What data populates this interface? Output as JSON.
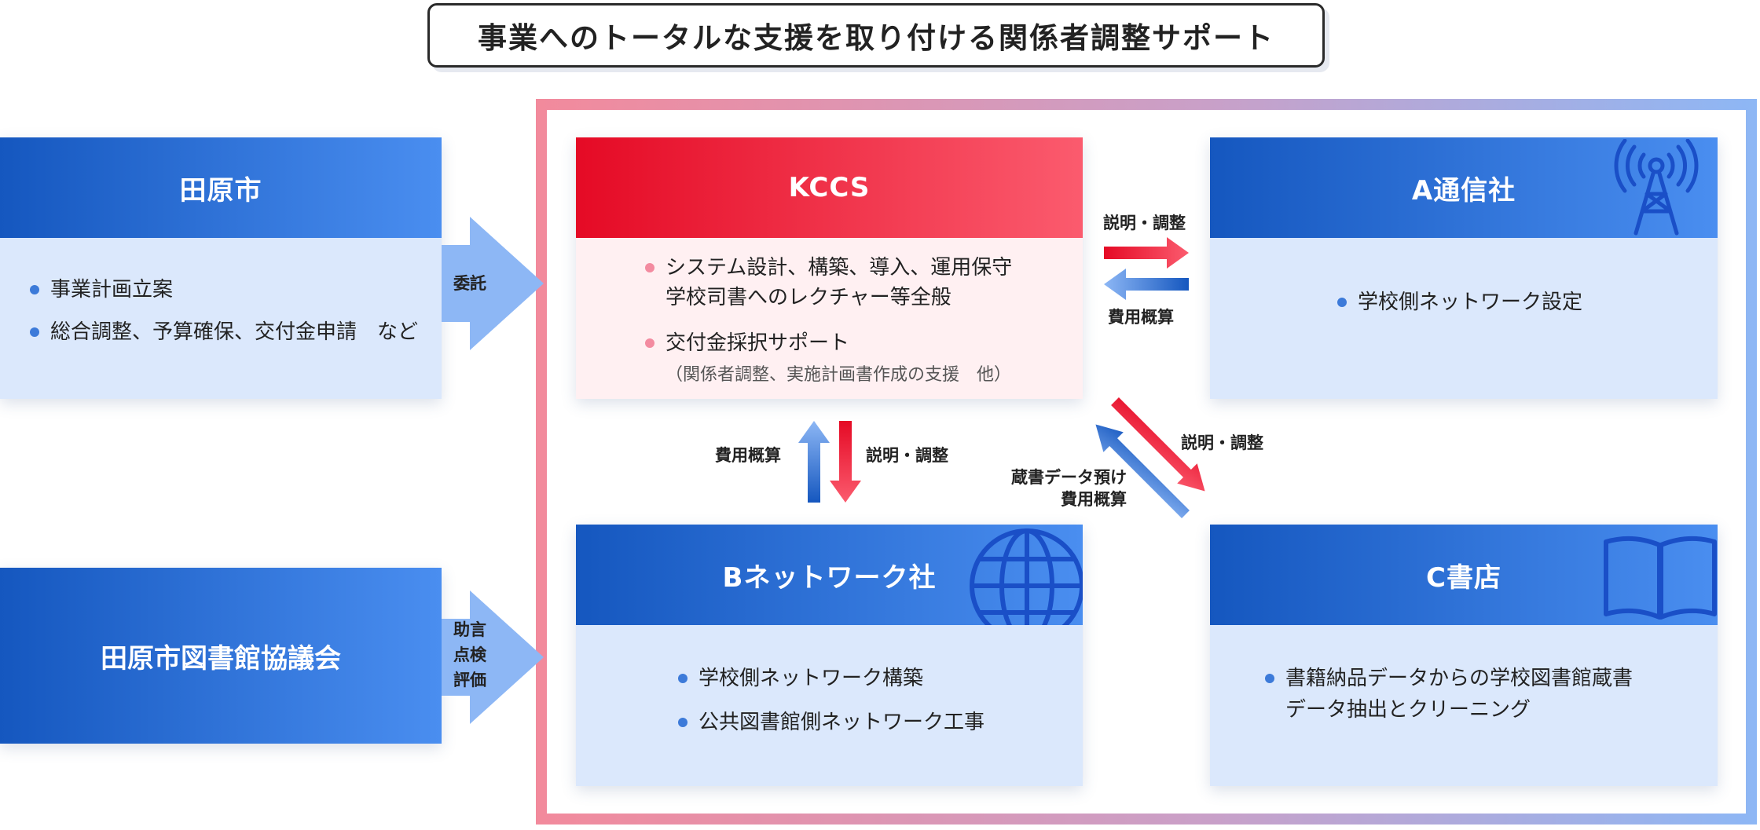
{
  "title": "事業へのトータルな支援を取り付ける関係者調整サポート",
  "tahara": {
    "name": "田原市",
    "items": [
      "事業計画立案",
      "総合調整、予算確保、交付金申請　など"
    ]
  },
  "council": {
    "name": "田原市図書館協議会"
  },
  "arrow_commission": "委託",
  "arrow_advice": [
    "助言",
    "点検",
    "評価"
  ],
  "kccs": {
    "name": "KCCS",
    "items": [
      "システム設計、構築、導入、運用保守",
      "学校司書へのレクチャー等全般",
      "交付金採択サポート"
    ],
    "note": "（関係者調整、実施計画書作成の支援　他）"
  },
  "a_company": {
    "name": "A通信社",
    "items": [
      "学校側ネットワーク設定"
    ]
  },
  "b_company": {
    "name": "Bネットワーク社",
    "items": [
      "学校側ネットワーク構築",
      "公共図書館側ネットワーク工事"
    ]
  },
  "c_store": {
    "name": "C書店",
    "items": [
      "書籍納品データからの学校図書館蔵書",
      "データ抽出とクリーニング"
    ]
  },
  "flows": {
    "kccs_a_top": "説明・調整",
    "kccs_a_bottom": "費用概算",
    "kccs_b_left": "費用概算",
    "kccs_b_right": "説明・調整",
    "kccs_c_right": "説明・調整",
    "kccs_c_left_1": "蔵書データ預け",
    "kccs_c_left_2": "費用概算"
  },
  "colors": {
    "kccs_red": "#e50a25",
    "partner_blue": "#1557bf",
    "body_blue": "#dbe8fc",
    "body_pink": "#fff0f2",
    "arrow_light_blue": "#8db7f5"
  }
}
